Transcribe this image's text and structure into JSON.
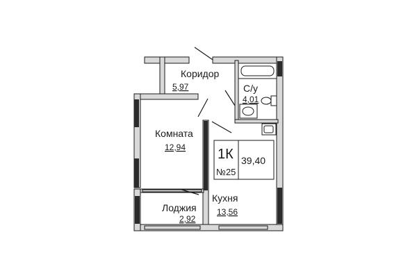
{
  "rooms": [
    {
      "name": "Коридор",
      "area": "5,97"
    },
    {
      "name": "С/у",
      "area": "4,01"
    },
    {
      "name": "Комната",
      "area": "12,94"
    },
    {
      "name": "Кухня",
      "area": "13,56"
    },
    {
      "name": "Лоджия",
      "area": "2,92"
    }
  ],
  "apartment": {
    "type": "1К",
    "number": "№25",
    "total_area": "39,40"
  },
  "colors": {
    "wall": "#2b2b2b",
    "wall_fill": "#d9d9d9",
    "line": "#1a1a1a"
  }
}
